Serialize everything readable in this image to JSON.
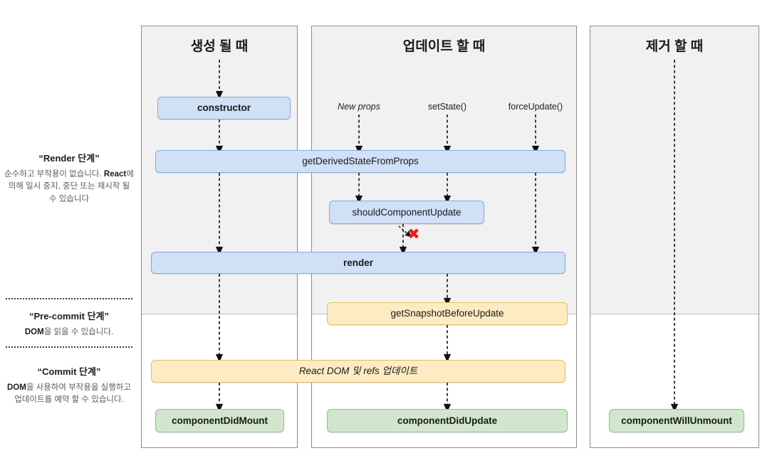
{
  "diagram": {
    "title": "React Component Lifecycle Diagram (Korean)",
    "columns": [
      {
        "id": "mounting",
        "title": "생성 될 때"
      },
      {
        "id": "updating",
        "title": "업데이트 할 때"
      },
      {
        "id": "unmounting",
        "title": "제거 할 때"
      }
    ],
    "phases": [
      {
        "id": "render-phase",
        "title": "“Render 단계”",
        "body_pre": "순수하고 부작용이 없습니다. ",
        "body_em": "React",
        "body_post": "에 의해 일시 중지, 중단 또는 재시작 될 수 있습니다"
      },
      {
        "id": "pre-commit-phase",
        "title": "“Pre-commit 단계”",
        "body_pre": "",
        "body_em": "DOM",
        "body_post": "을 읽을 수 있습니다."
      },
      {
        "id": "commit-phase",
        "title": "“Commit 단계”",
        "body_pre": "",
        "body_em": "DOM",
        "body_post": "을 사용하여 부작용을 실행하고 업데이트를 예약 할 수 있습니다."
      }
    ],
    "triggers": [
      {
        "id": "new-props",
        "label": "New props",
        "italic": true
      },
      {
        "id": "set-state",
        "label": "setState()",
        "italic": false
      },
      {
        "id": "force-update",
        "label": "forceUpdate()",
        "italic": false
      }
    ],
    "nodes": [
      {
        "id": "constructor",
        "label": "constructor",
        "color": "blue",
        "bold": true,
        "italic": false
      },
      {
        "id": "get-derived-state",
        "label": "getDerivedStateFromProps",
        "color": "blue",
        "bold": false,
        "italic": false
      },
      {
        "id": "should-component-update",
        "label": "shouldComponentUpdate",
        "color": "blue",
        "bold": false,
        "italic": false
      },
      {
        "id": "render",
        "label": "render",
        "color": "blue",
        "bold": true,
        "italic": false
      },
      {
        "id": "get-snapshot-before-update",
        "label": "getSnapshotBeforeUpdate",
        "color": "yellow",
        "bold": false,
        "italic": false
      },
      {
        "id": "react-dom-refs-update",
        "label": "React DOM 및 refs 업데이트",
        "color": "yellow",
        "bold": false,
        "italic": true
      },
      {
        "id": "component-did-mount",
        "label": "componentDidMount",
        "color": "green",
        "bold": true,
        "italic": false
      },
      {
        "id": "component-did-update",
        "label": "componentDidUpdate",
        "color": "green",
        "bold": true,
        "italic": false
      },
      {
        "id": "component-will-unmount",
        "label": "componentWillUnmount",
        "color": "green",
        "bold": true,
        "italic": false
      }
    ],
    "annotations": [
      {
        "id": "bail-out-x",
        "symbol": "✖",
        "color": "#e02020",
        "meaning": "shouldComponentUpdate returns false - skip render"
      }
    ],
    "colors": {
      "render_blue_fill": "#cfe0f7",
      "render_blue_border": "#8aa9d6",
      "commit_yellow_fill": "#fdecc2",
      "commit_yellow_border": "#e3bd6a",
      "commit_green_fill": "#d2e6cd",
      "commit_green_border": "#96bf90",
      "panel_tint": "#f1f1f1",
      "panel_border": "#888c8f",
      "x_red": "#e02020"
    }
  }
}
